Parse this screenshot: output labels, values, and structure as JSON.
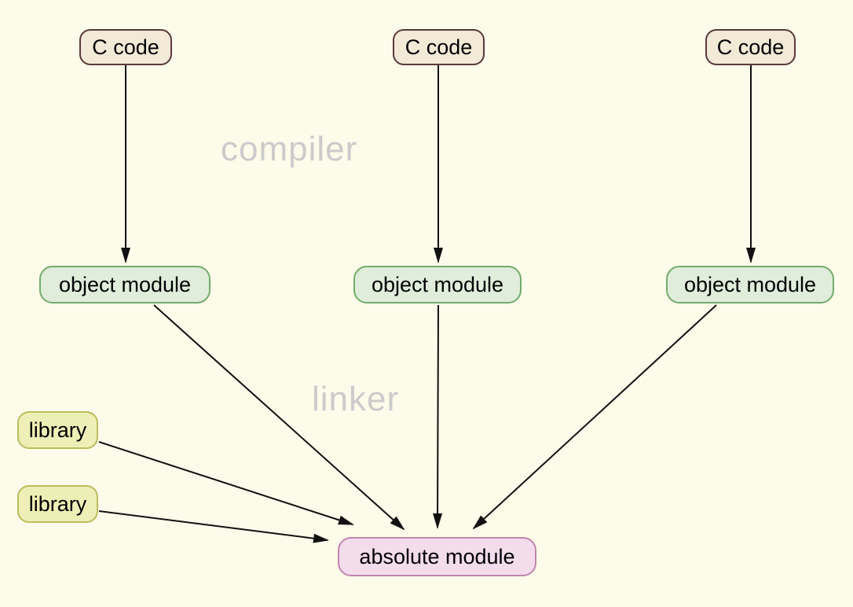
{
  "diagram": {
    "stage_labels": {
      "compiler": "compiler",
      "linker": "linker"
    },
    "nodes": [
      {
        "id": "c-code-1",
        "label": "C code",
        "type": "c-code"
      },
      {
        "id": "c-code-2",
        "label": "C code",
        "type": "c-code"
      },
      {
        "id": "c-code-3",
        "label": "C code",
        "type": "c-code"
      },
      {
        "id": "object-module-1",
        "label": "object module",
        "type": "object-module"
      },
      {
        "id": "object-module-2",
        "label": "object module",
        "type": "object-module"
      },
      {
        "id": "object-module-3",
        "label": "object module",
        "type": "object-module"
      },
      {
        "id": "library-1",
        "label": "library",
        "type": "library"
      },
      {
        "id": "library-2",
        "label": "library",
        "type": "library"
      },
      {
        "id": "absolute-module",
        "label": "absolute module",
        "type": "absolute-module"
      }
    ],
    "edges": [
      {
        "from": "c-code-1",
        "to": "object-module-1",
        "via": "compiler"
      },
      {
        "from": "c-code-2",
        "to": "object-module-2",
        "via": "compiler"
      },
      {
        "from": "c-code-3",
        "to": "object-module-3",
        "via": "compiler"
      },
      {
        "from": "object-module-1",
        "to": "absolute-module",
        "via": "linker"
      },
      {
        "from": "object-module-2",
        "to": "absolute-module",
        "via": "linker"
      },
      {
        "from": "object-module-3",
        "to": "absolute-module",
        "via": "linker"
      },
      {
        "from": "library-1",
        "to": "absolute-module",
        "via": "linker"
      },
      {
        "from": "library-2",
        "to": "absolute-module",
        "via": "linker"
      }
    ],
    "colors": {
      "canvas-bg": "#FDFBE9",
      "c-code-fill": "#F2E9D7",
      "c-code-border": "#5A393B",
      "object-module-fill": "#DFEDDA",
      "object-module-border": "#72AC6C",
      "library-fill": "#EEEFB6",
      "library-border": "#BCBC5E",
      "absolute-module-fill": "#F3DCEC",
      "absolute-module-border": "#C285AD",
      "stage-label": "#CBCBCB",
      "arrow": "#111111",
      "node-text": "#000000"
    }
  }
}
